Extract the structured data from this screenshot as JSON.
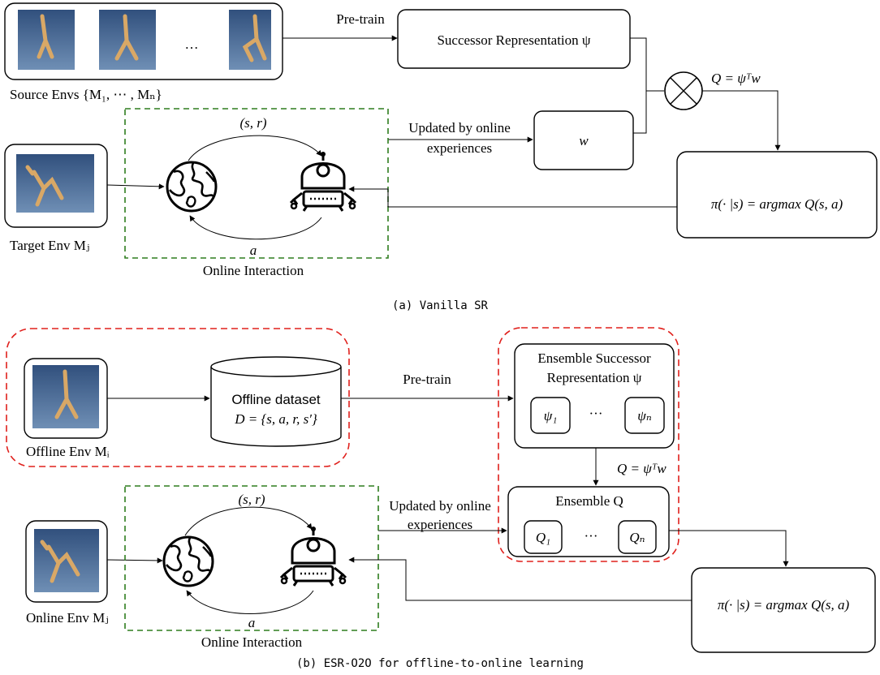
{
  "panel_a": {
    "caption": "(a) Vanilla SR",
    "source_envs_label": "Source Envs {M₁, ⋯ , Mₙ}",
    "ellipsis": "…",
    "pretrain_label": "Pre-train",
    "sr_box_label": "Successor Representation ψ",
    "q_formula": "Q = ψᵀw",
    "target_env_label": "Target Env Mⱼ",
    "updated_label_line1": "Updated by online",
    "updated_label_line2": "experiences",
    "w_label": "w",
    "policy_label": "π(· |s) = argmax Q(s, a)",
    "sr_pair_label": "(s, r)",
    "action_label": "a",
    "online_interaction_label": "Online Interaction"
  },
  "panel_b": {
    "caption": "(b) ESR-O2O for offline-to-online learning",
    "offline_env_label": "Offline Env Mᵢ",
    "dataset_line1": "Offline dataset",
    "dataset_line2": "D = {s, a, r, s′}",
    "pretrain_label": "Pre-train",
    "ensemble_sr_line1": "Ensemble Successor",
    "ensemble_sr_line2": "Representation ψ",
    "psi_1": "ψ₁",
    "psi_n": "ψₙ",
    "dots": "···",
    "q_formula": "Q = ψᵀw",
    "ensemble_q_label": "Ensemble Q",
    "q_1": "Q₁",
    "q_n": "Qₙ",
    "updated_label_line1": "Updated by online",
    "updated_label_line2": "experiences",
    "online_env_label": "Online Env Mⱼ",
    "sr_pair_label": "(s, r)",
    "action_label": "a",
    "online_interaction_label": "Online Interaction",
    "policy_label": "π(· |s) = argmax Q(s, a)"
  },
  "colors": {
    "green_dash": "#2e7d1e",
    "red_dash": "#e0201c",
    "thumb_bg": "#3c5a8c",
    "robot_leg": "#d9a866"
  }
}
